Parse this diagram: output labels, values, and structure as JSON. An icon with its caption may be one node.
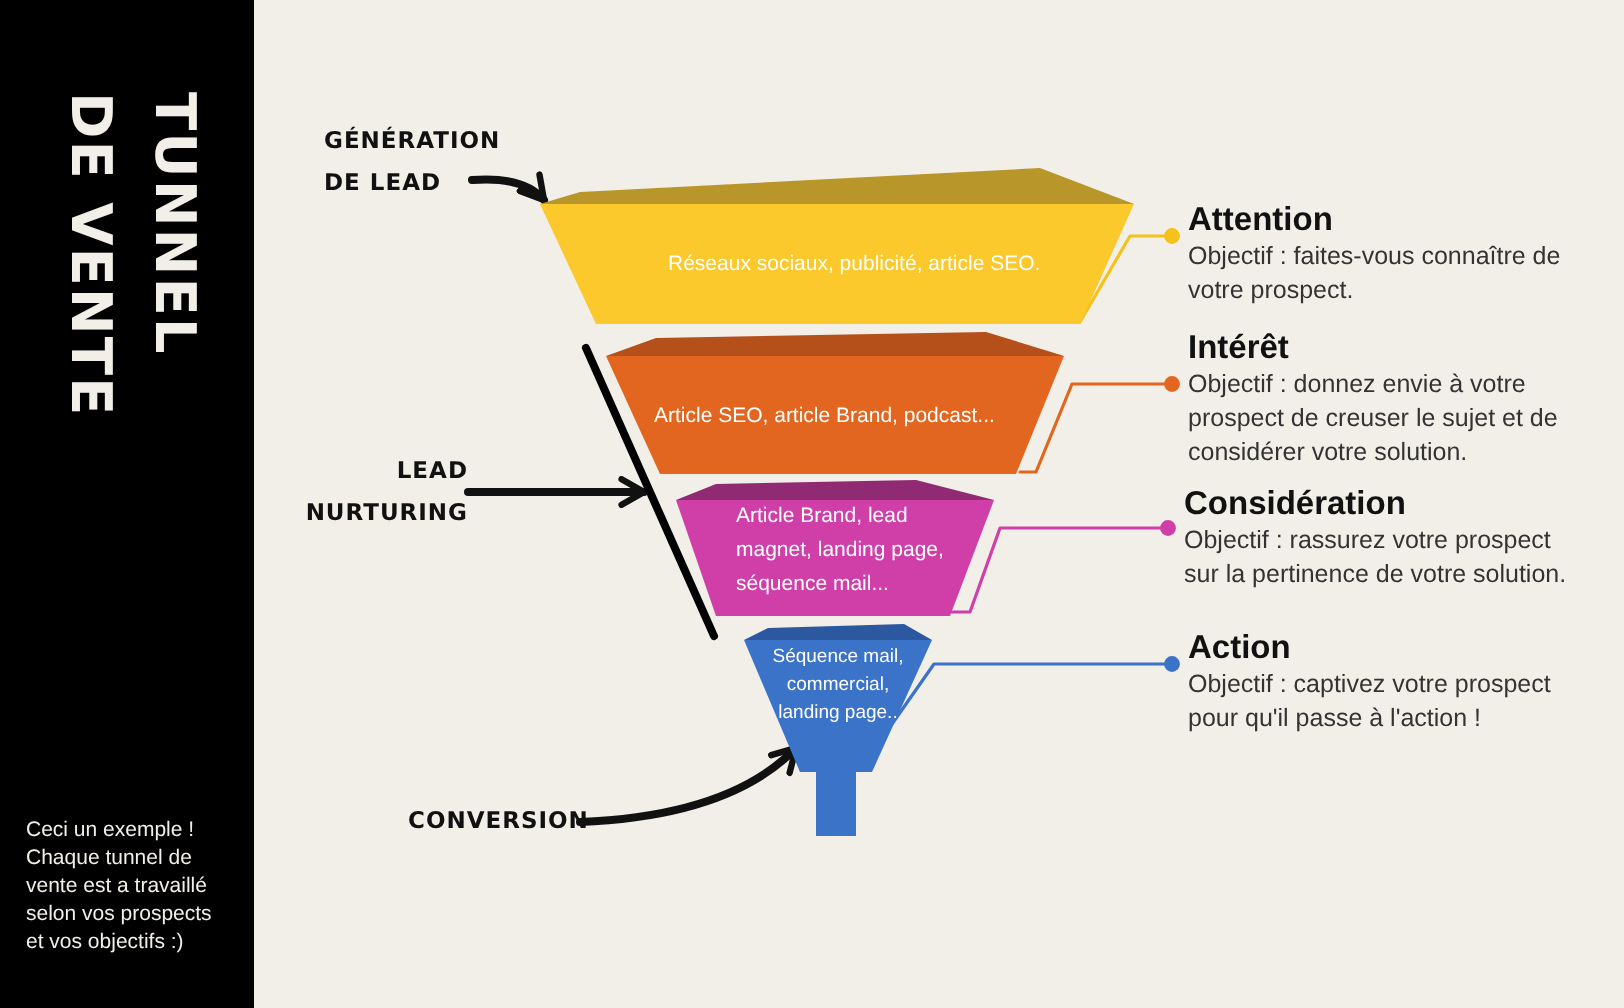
{
  "diagram": {
    "title": "TUNNEL DE VENTE",
    "nodes": [
      {
        "text": [
          "Réseaux sociaux, publicité, article SEO."
        ]
      },
      {
        "text": [
          "Article SEO, article Brand, podcast..."
        ]
      },
      {
        "text": [
          "Article Brand, lead magnet, landing page, séquence mail..."
        ]
      },
      {
        "text": [
          "Séquence mail, commercial, landing page.."
        ]
      },
      {
        "text": [
          "Attention",
          "Objectif : faites-vous connaître de votre prospect."
        ]
      },
      {
        "text": [
          "Intérêt",
          "Objectif : donnez envie à votre prospect de creuser le sujet et de considérer votre solution."
        ]
      },
      {
        "text": [
          "Considération",
          "Objectif : rassurez votre prospect sur la pertinence de votre solution."
        ]
      },
      {
        "text": [
          "Action",
          "Objectif : captivez votre prospect pour qu'il passe à l'action !"
        ]
      },
      {
        "text": [
          "GÉNÉRATION DE LEAD"
        ]
      },
      {
        "text": [
          "LEAD NURTURING"
        ]
      },
      {
        "text": [],
        "shape": "bar"
      },
      {
        "text": [
          "CONVERSION"
        ]
      }
    ],
    "edges": [
      {
        "from": 0,
        "to": 4,
        "arrow": "other",
        "color": "#f5c21b"
      },
      {
        "from": 1,
        "to": 5,
        "arrow": "other",
        "color": "#e2661f"
      },
      {
        "from": 2,
        "to": 6,
        "arrow": "other",
        "color": "#d03fa8"
      },
      {
        "from": 3,
        "to": 7,
        "arrow": "other",
        "color": "#3b73c8"
      },
      {
        "from": 8,
        "to": 0,
        "arrow": "to",
        "style": "thick"
      },
      {
        "from": 9,
        "to": 10,
        "arrow": "to",
        "style": "thick"
      },
      {
        "from": 11,
        "to": 3,
        "arrow": "to",
        "style": "thick"
      }
    ],
    "labels": [
      "Ceci un exemple ! Chaque tunnel de vente est a travaillé selon vos prospects et vos objectifs :)"
    ]
  }
}
